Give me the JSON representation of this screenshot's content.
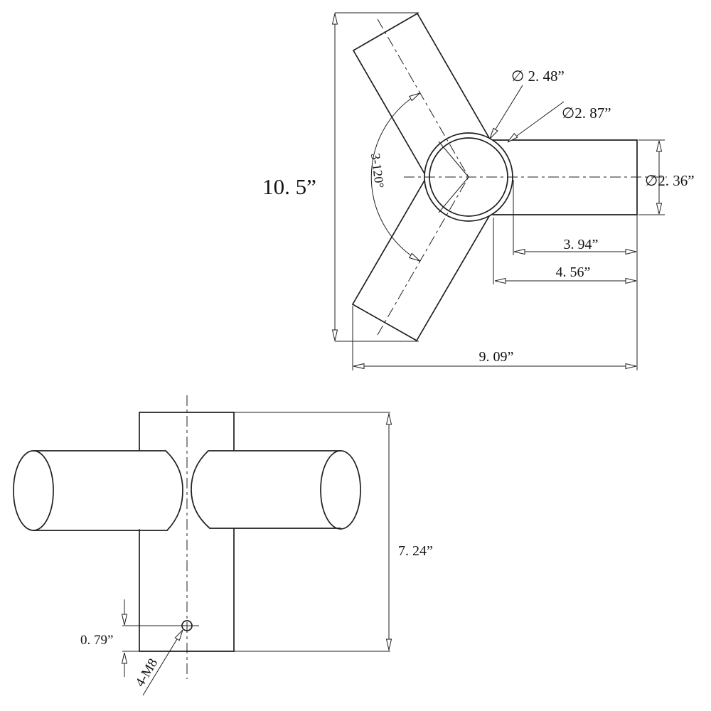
{
  "page": {
    "background_color": "#ffffff",
    "line_color": "#1f1f1f",
    "description": "Two-view engineering dimension drawing of a 3-way 120-degree tube connector"
  },
  "drawing": {
    "top_view": {
      "dimensions": {
        "overall_height": "10. 5”",
        "overall_width": "9. 09”",
        "bore_diameter": "∅ 2. 48”",
        "hub_diameter": "∅2. 87”",
        "tube_diameter": "∅2. 36”",
        "tube_length_exposed": "3. 94”",
        "tube_length_total": "4. 56”",
        "angle_pattern": "3-120°"
      }
    },
    "front_view": {
      "dimensions": {
        "overall_height": "7. 24”",
        "hole_offset": "0. 79”",
        "thread_callout": "4-M8"
      }
    }
  }
}
